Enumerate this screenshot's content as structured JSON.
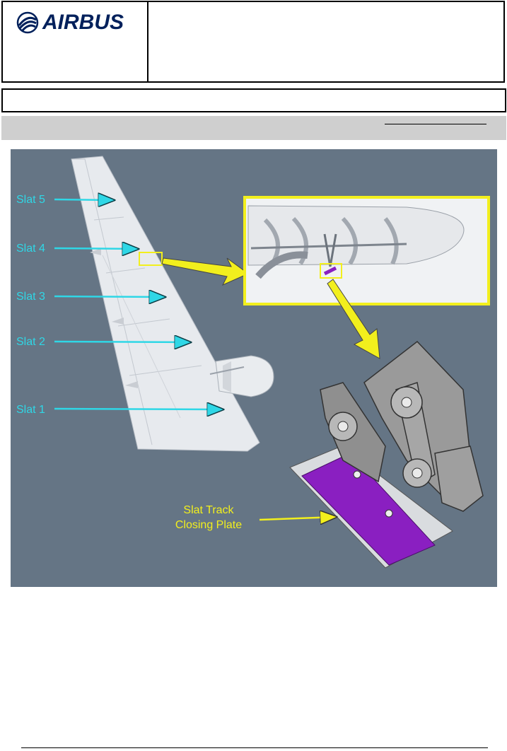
{
  "brand": {
    "logo_text": "AIRBUS",
    "color": "#00205b"
  },
  "figure": {
    "background": "#657585",
    "slat_labels": [
      "Slat 5",
      "Slat 4",
      "Slat 3",
      "Slat 2",
      "Slat 1"
    ],
    "callout": [
      "Slat Track",
      "Closing Plate"
    ],
    "label_color": "#2fd7e6",
    "callout_color": "#f2ef1d",
    "highlight_color": "#8a1fc1"
  }
}
